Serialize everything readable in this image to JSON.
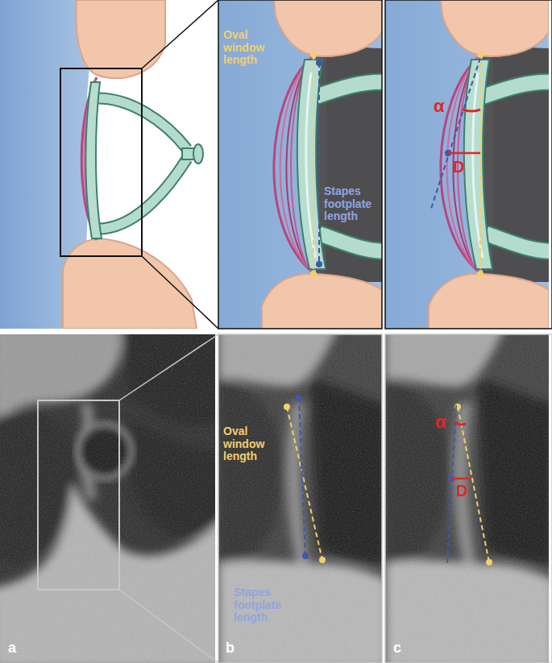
{
  "diagram": {
    "labels": [
      "Oval window length",
      "Stapes footplate length",
      "α",
      "D",
      "Oval window length",
      "Stapes footplate length",
      "α",
      "D",
      "a",
      "b",
      "c"
    ]
  }
}
